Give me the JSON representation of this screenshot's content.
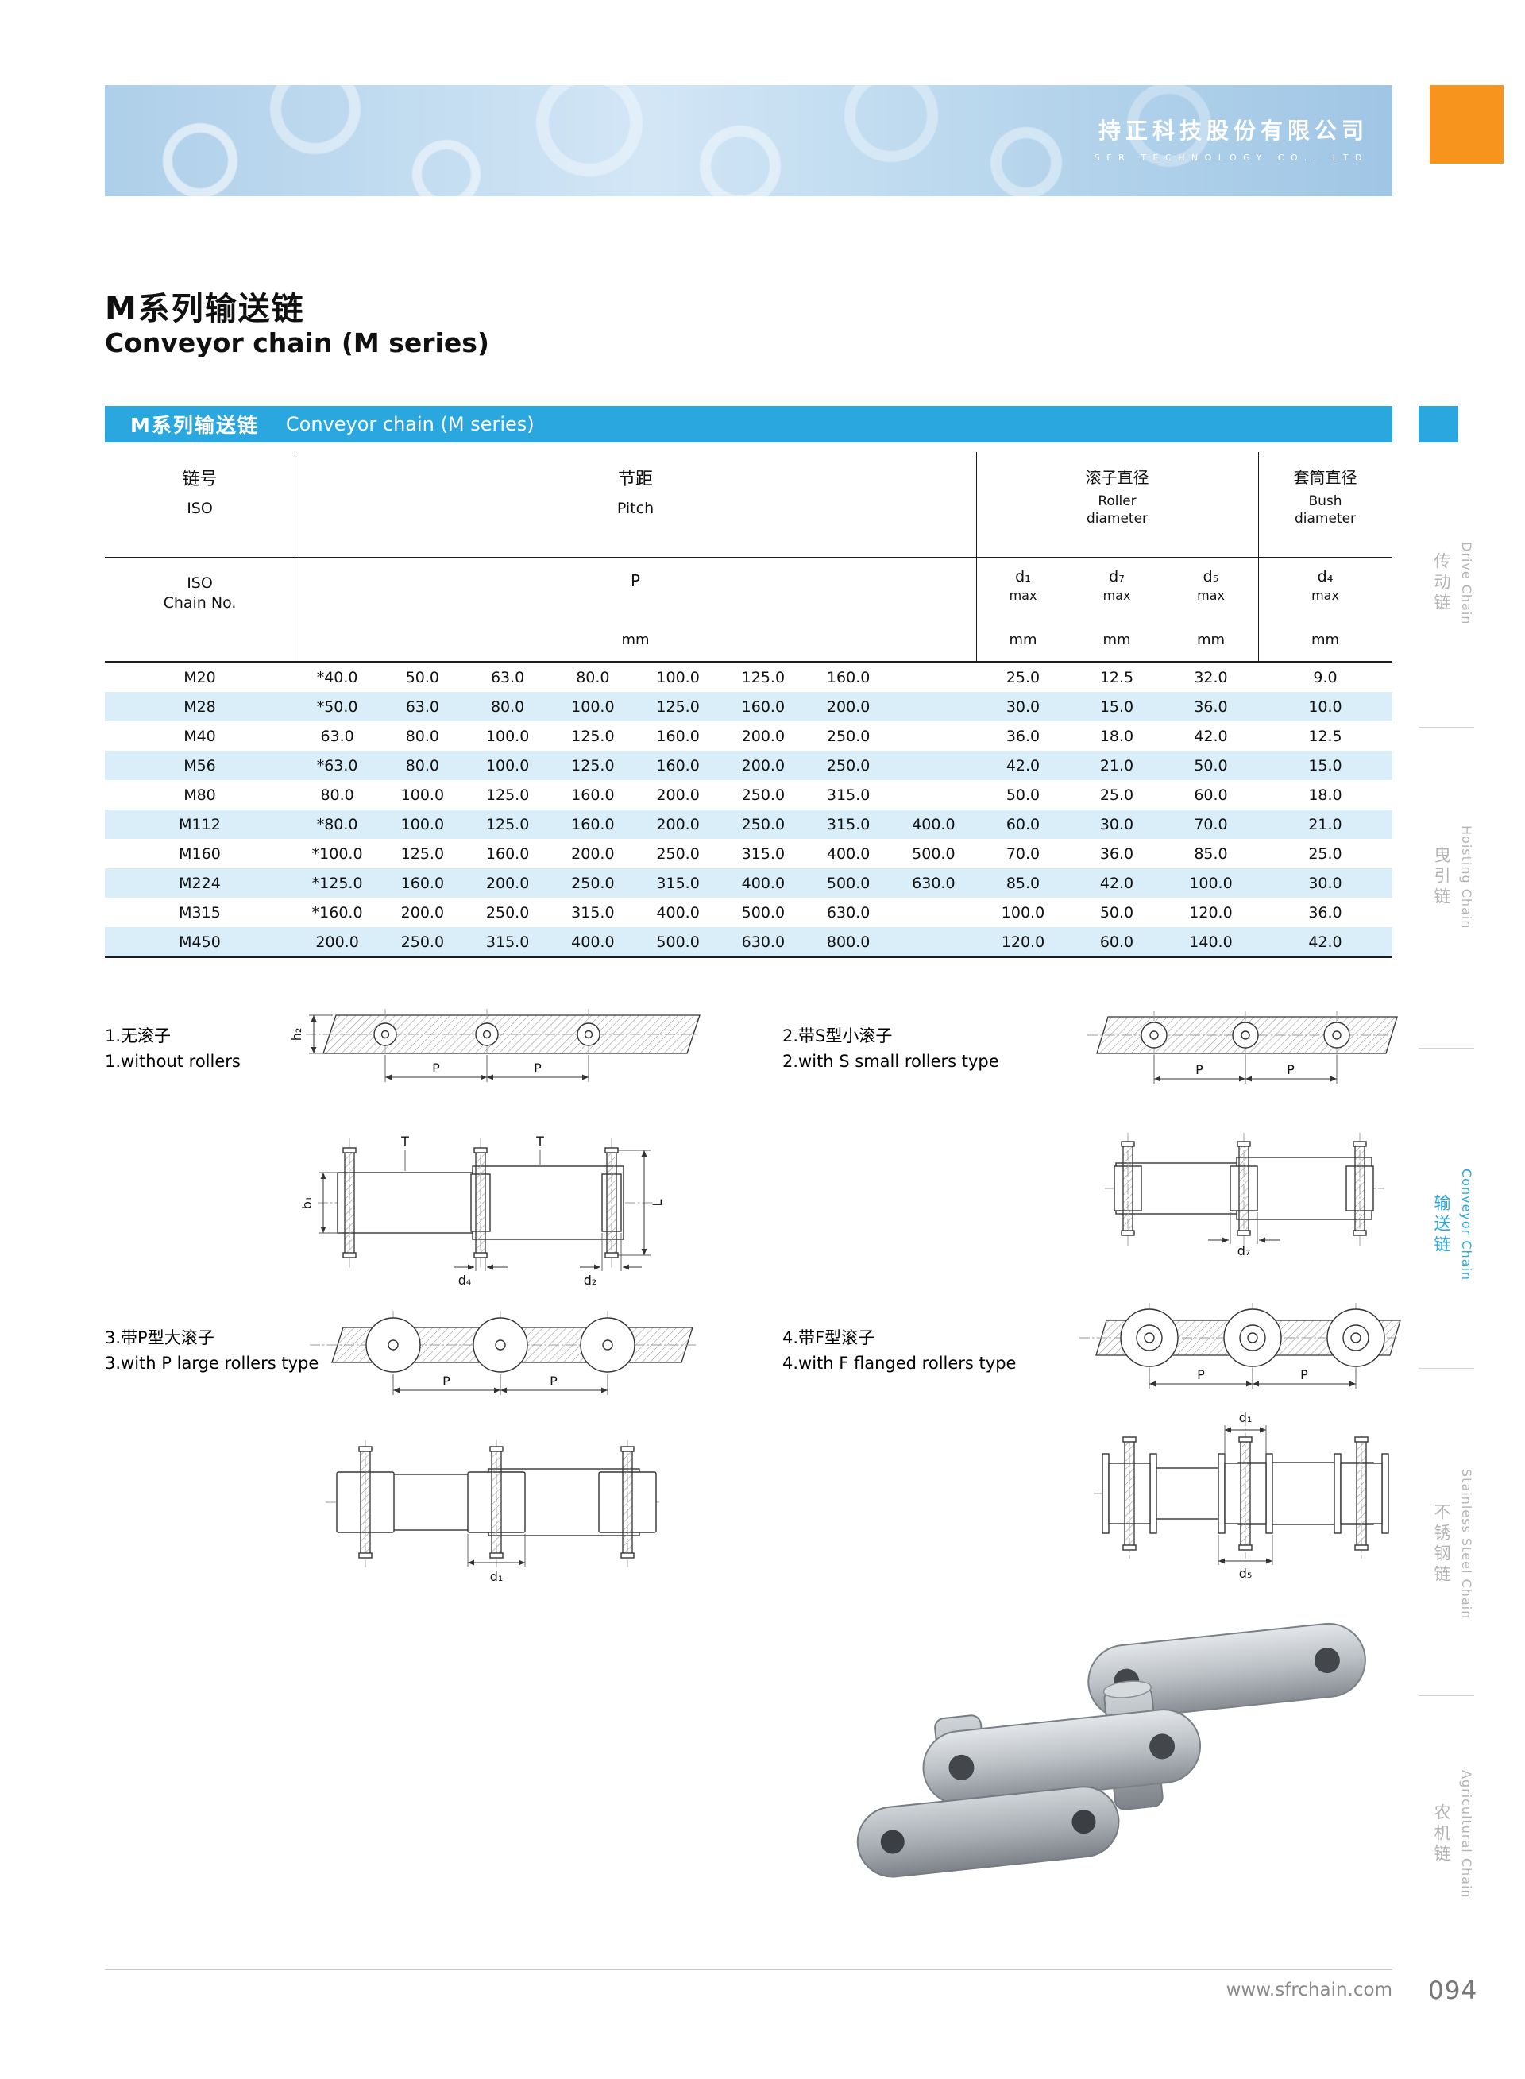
{
  "colors": {
    "accent_blue": "#2aa7df",
    "accent_orange": "#f7941d",
    "row_alt": "#daeef9"
  },
  "banner": {
    "company_cn": "持正科技股份有限公司",
    "company_en": "SFR TECHNOLOGY CO., LTD"
  },
  "page": {
    "title_cn": "M系列输送链",
    "title_en": "Conveyor chain (M series)"
  },
  "section_bar": {
    "cn": "M系列输送链",
    "en": "Conveyor chain (M series)"
  },
  "table": {
    "header": {
      "chain_cn": "链号",
      "chain_en": "ISO",
      "pitch_cn": "节距",
      "pitch_en": "Pitch",
      "roller_cn": "滚子直径",
      "roller_en1": "Roller",
      "roller_en2": "diameter",
      "bush_cn": "套筒直径",
      "bush_en1": "Bush",
      "bush_en2": "diameter",
      "iso_line1": "ISO",
      "iso_line2": "Chain No.",
      "p": "P",
      "mm": "mm",
      "max": "max",
      "d1": "d₁",
      "d7": "d₇",
      "d5": "d₅",
      "d4": "d₄"
    },
    "rows": [
      {
        "no": "M20",
        "pitch": [
          "*40.0",
          "50.0",
          "63.0",
          "80.0",
          "100.0",
          "125.0",
          "160.0",
          ""
        ],
        "d1": "25.0",
        "d7": "12.5",
        "d5": "32.0",
        "d4": "9.0"
      },
      {
        "no": "M28",
        "pitch": [
          "*50.0",
          "63.0",
          "80.0",
          "100.0",
          "125.0",
          "160.0",
          "200.0",
          ""
        ],
        "d1": "30.0",
        "d7": "15.0",
        "d5": "36.0",
        "d4": "10.0"
      },
      {
        "no": "M40",
        "pitch": [
          "63.0",
          "80.0",
          "100.0",
          "125.0",
          "160.0",
          "200.0",
          "250.0",
          ""
        ],
        "d1": "36.0",
        "d7": "18.0",
        "d5": "42.0",
        "d4": "12.5"
      },
      {
        "no": "M56",
        "pitch": [
          "*63.0",
          "80.0",
          "100.0",
          "125.0",
          "160.0",
          "200.0",
          "250.0",
          ""
        ],
        "d1": "42.0",
        "d7": "21.0",
        "d5": "50.0",
        "d4": "15.0"
      },
      {
        "no": "M80",
        "pitch": [
          "80.0",
          "100.0",
          "125.0",
          "160.0",
          "200.0",
          "250.0",
          "315.0",
          ""
        ],
        "d1": "50.0",
        "d7": "25.0",
        "d5": "60.0",
        "d4": "18.0"
      },
      {
        "no": "M112",
        "pitch": [
          "*80.0",
          "100.0",
          "125.0",
          "160.0",
          "200.0",
          "250.0",
          "315.0",
          "400.0"
        ],
        "d1": "60.0",
        "d7": "30.0",
        "d5": "70.0",
        "d4": "21.0"
      },
      {
        "no": "M160",
        "pitch": [
          "*100.0",
          "125.0",
          "160.0",
          "200.0",
          "250.0",
          "315.0",
          "400.0",
          "500.0"
        ],
        "d1": "70.0",
        "d7": "36.0",
        "d5": "85.0",
        "d4": "25.0"
      },
      {
        "no": "M224",
        "pitch": [
          "*125.0",
          "160.0",
          "200.0",
          "250.0",
          "315.0",
          "400.0",
          "500.0",
          "630.0"
        ],
        "d1": "85.0",
        "d7": "42.0",
        "d5": "100.0",
        "d4": "30.0"
      },
      {
        "no": "M315",
        "pitch": [
          "*160.0",
          "200.0",
          "250.0",
          "315.0",
          "400.0",
          "500.0",
          "630.0",
          ""
        ],
        "d1": "100.0",
        "d7": "50.0",
        "d5": "120.0",
        "d4": "36.0"
      },
      {
        "no": "M450",
        "pitch": [
          "200.0",
          "250.0",
          "315.0",
          "400.0",
          "500.0",
          "630.0",
          "800.0",
          ""
        ],
        "d1": "120.0",
        "d7": "60.0",
        "d5": "140.0",
        "d4": "42.0"
      }
    ]
  },
  "diagrams": [
    {
      "title_cn": "1.无滚子",
      "title_en": "1.without rollers",
      "labels": {
        "h2": "h₂",
        "p": "P",
        "t": "T",
        "b1": "b₁",
        "d4": "d₄",
        "d2": "d₂",
        "l": "L"
      }
    },
    {
      "title_cn": "2.带S型小滚子",
      "title_en": "2.with S small rollers type",
      "labels": {
        "p": "P",
        "d7": "d₇"
      }
    },
    {
      "title_cn": "3.带P型大滚子",
      "title_en": "3.with P large rollers type",
      "labels": {
        "p": "P",
        "d1": "d₁"
      }
    },
    {
      "title_cn": "4.带F型滚子",
      "title_en": "4.with F flanged rollers type",
      "labels": {
        "p": "P",
        "d1": "d₁",
        "d5": "d₅"
      }
    }
  ],
  "sidebar": {
    "items": [
      {
        "cn": "传动链",
        "en": "Drive Chain"
      },
      {
        "cn": "曳引链",
        "en": "Hoisting Chain"
      },
      {
        "cn": "输送链",
        "en": "Conveyor Chain"
      },
      {
        "cn": "不锈钢链",
        "en": "Stainless Steel Chain"
      },
      {
        "cn": "农机链",
        "en": "Agricultural Chain"
      }
    ],
    "active_index": 2
  },
  "footer": {
    "url": "www.sfrchain.com",
    "page_no": "094"
  }
}
